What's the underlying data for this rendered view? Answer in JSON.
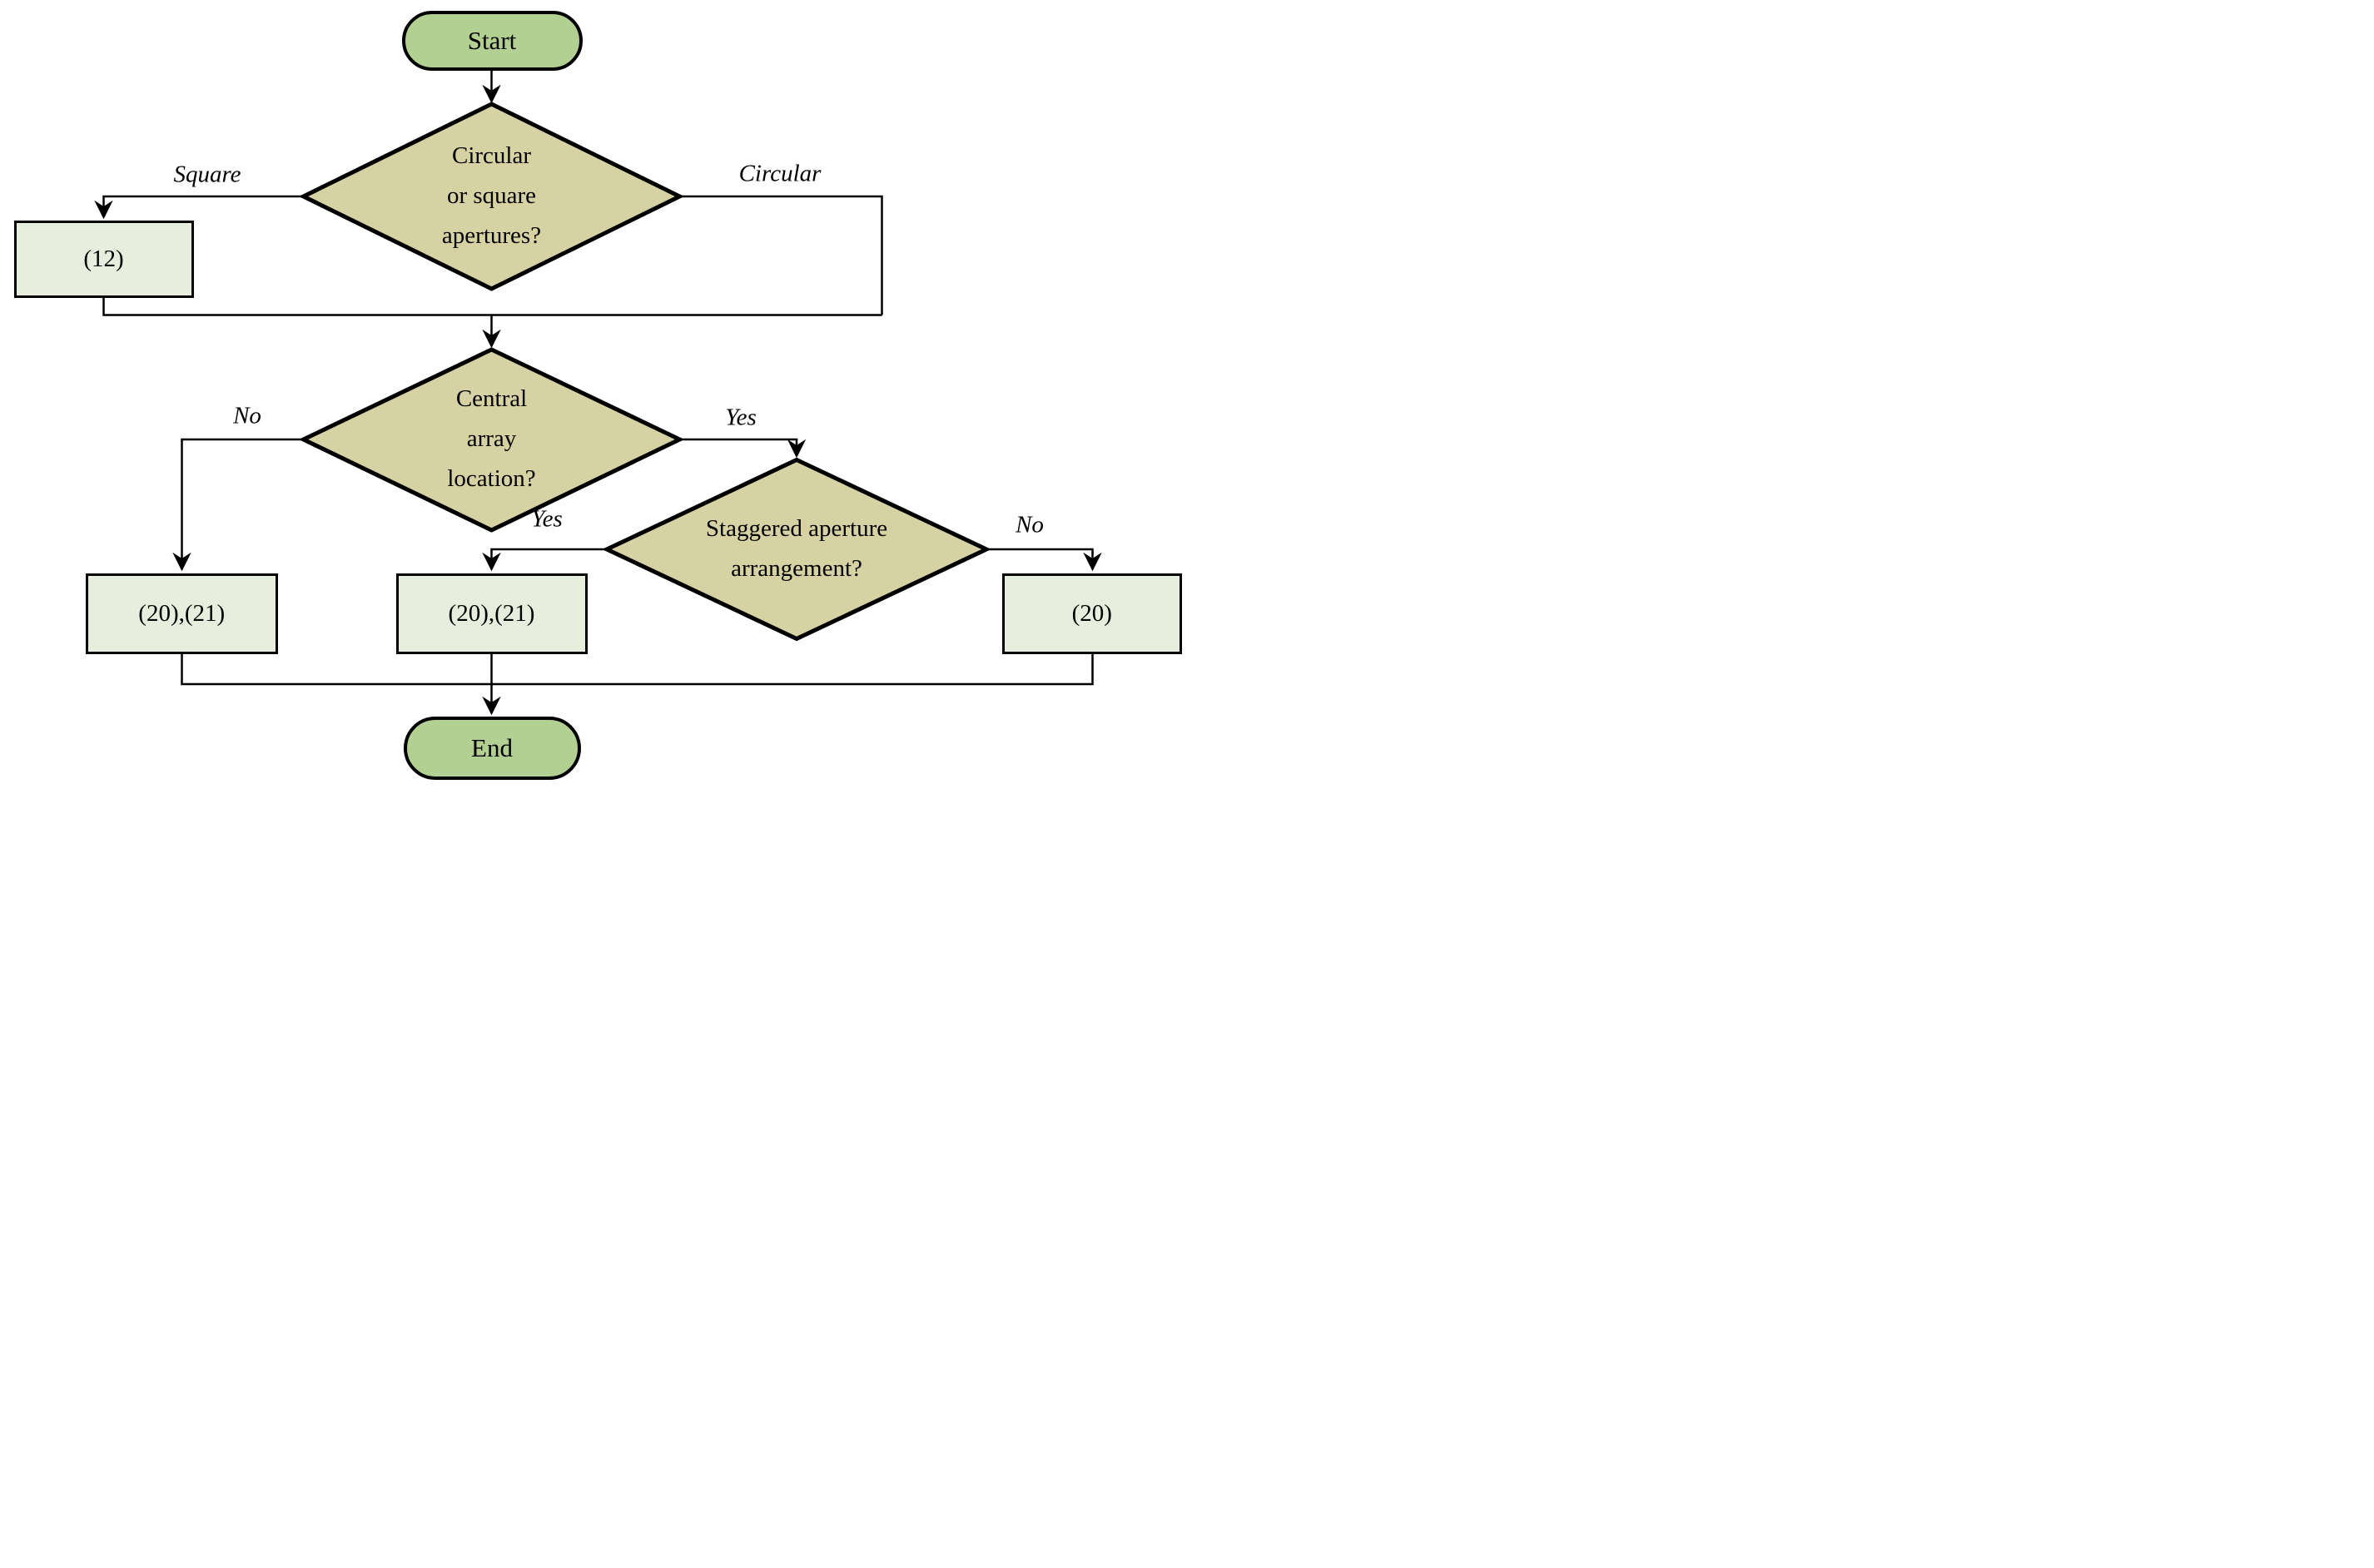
{
  "colors": {
    "background": "#ffffff",
    "terminal_fill": "#b3d093",
    "decision_fill": "#d7d2a4",
    "process_fill": "#e7eedd",
    "line": "#000000"
  },
  "nodes": {
    "start": {
      "label": "Start"
    },
    "end": {
      "label": "End"
    },
    "decision_apertures": {
      "line1": "Circular",
      "line2": "or square",
      "line3": "apertures?"
    },
    "decision_central": {
      "line1": "Central",
      "line2": "array",
      "line3": "location?"
    },
    "decision_staggered": {
      "line1": "Staggered aperture",
      "line2": "arrangement?"
    },
    "process_eq12": {
      "label": "(12)"
    },
    "process_eq2021_left": {
      "label": "(20),(21)"
    },
    "process_eq2021_center": {
      "label": "(20),(21)"
    },
    "process_eq20": {
      "label": "(20)"
    }
  },
  "edge_labels": {
    "apertures_square": "Square",
    "apertures_circular": "Circular",
    "central_no": "No",
    "central_yes": "Yes",
    "staggered_yes": "Yes",
    "staggered_no": "No"
  }
}
